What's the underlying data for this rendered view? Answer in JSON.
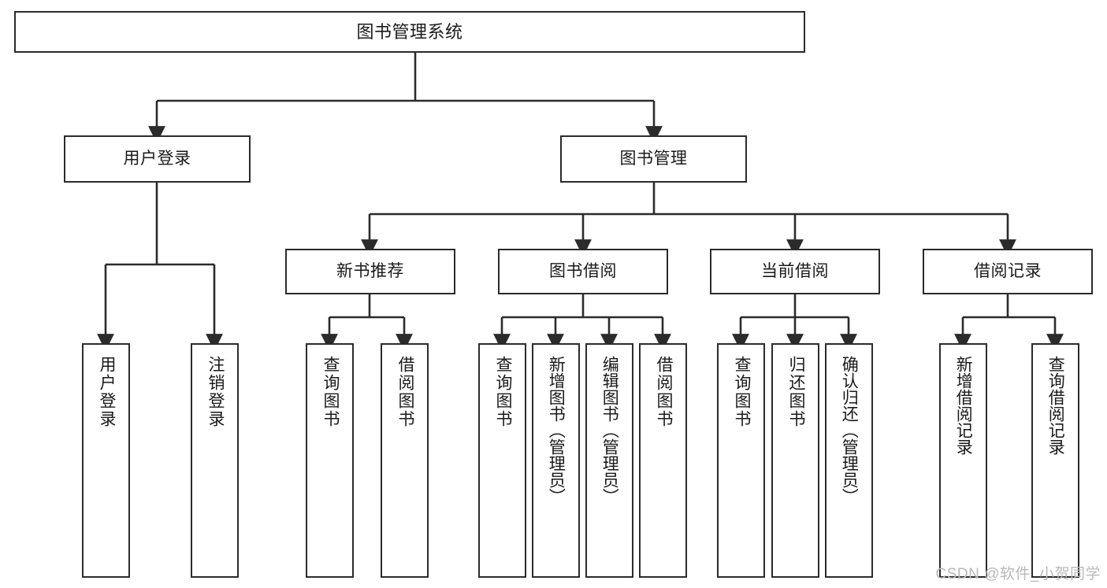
{
  "diagram": {
    "title": "图书管理系统",
    "type": "tree-hierarchy",
    "watermark": "CSDN @软件_小贺同学",
    "colors": {
      "background": "#ffffff",
      "box_border": "#2b2b2b",
      "box_fill": "#ffffff",
      "text": "#1a1a1a",
      "connector": "#2b2b2b",
      "watermark": "#b9b9b9"
    },
    "root": {
      "label": "图书管理系统"
    },
    "level2": [
      {
        "label": "用户登录"
      },
      {
        "label": "图书管理"
      }
    ],
    "level3": [
      {
        "label": "新书推荐"
      },
      {
        "label": "图书借阅"
      },
      {
        "label": "当前借阅"
      },
      {
        "label": "借阅记录"
      }
    ],
    "leaves": {
      "user_login": [
        {
          "label": "用户登录"
        },
        {
          "label": "注销登录"
        }
      ],
      "new_book_recommend": [
        {
          "label": "查询图书"
        },
        {
          "label": "借阅图书"
        }
      ],
      "book_borrow": [
        {
          "label": "查询图书"
        },
        {
          "label": "新增图书（管理员）"
        },
        {
          "label": "编辑图书（管理员）"
        },
        {
          "label": "借阅图书"
        }
      ],
      "current_borrow": [
        {
          "label": "查询图书"
        },
        {
          "label": "归还图书"
        },
        {
          "label": "确认归还（管理员）"
        }
      ],
      "borrow_record": [
        {
          "label": "新增借阅记录"
        },
        {
          "label": "查询借阅记录"
        }
      ]
    }
  }
}
